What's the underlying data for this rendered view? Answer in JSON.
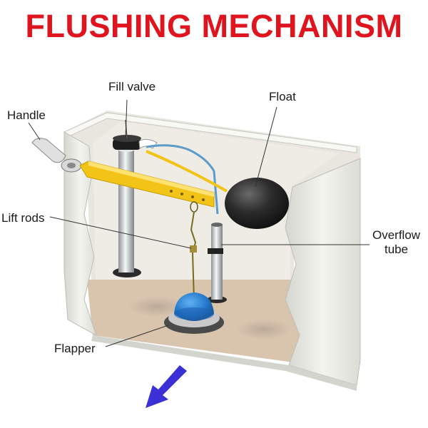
{
  "title": "FLUSHING MECHANISM",
  "labels": {
    "fill_valve": "Fill valve",
    "float": "Float",
    "handle": "Handle",
    "lift_rods": "Lift rods",
    "overflow_tube_line1": "Overflow",
    "overflow_tube_line2": "tube",
    "flapper": "Flapper"
  },
  "colors": {
    "title": "#e0141e",
    "lever": "#f2c418",
    "float": "#2a2a2a",
    "flapper": "#2b7fd6",
    "water_arrow": "#3b2fd6",
    "tank_wall": "#ecece6",
    "tank_floor": "#d8c3ad"
  }
}
